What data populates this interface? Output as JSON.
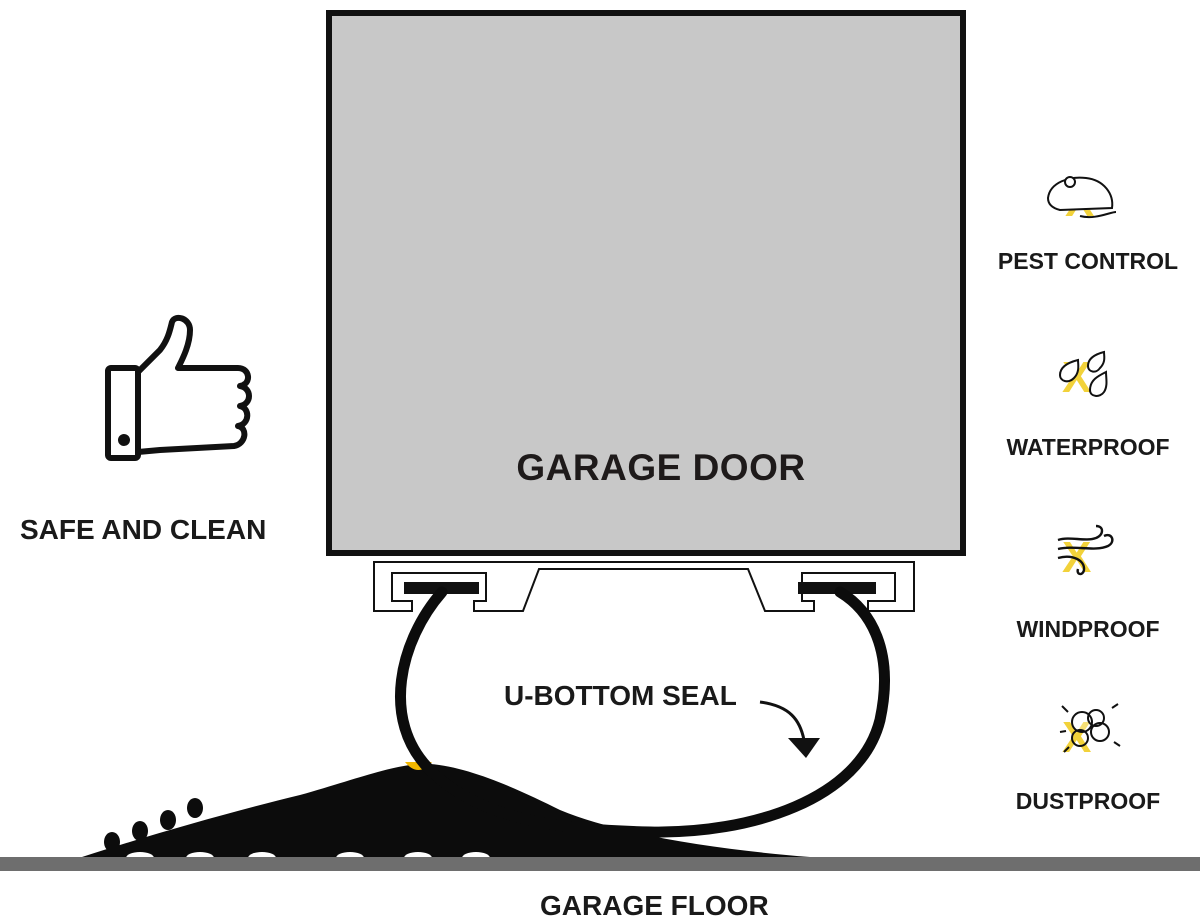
{
  "diagram": {
    "door_label": "GARAGE DOOR",
    "floor_label": "GARAGE FLOOR",
    "seal_label": "U-BOTTOM SEAL",
    "left_badge": {
      "icon": "thumbs-up-icon",
      "label": "SAFE AND CLEAN"
    },
    "features": [
      {
        "icon": "mouse-icon",
        "label": "PEST CONTROL"
      },
      {
        "icon": "water-drops-icon",
        "label": "WATERPROOF"
      },
      {
        "icon": "wind-icon",
        "label": "WINDPROOF"
      },
      {
        "icon": "dust-icon",
        "label": "DUSTPROOF"
      }
    ],
    "colors": {
      "door_fill": "#c8c8c8",
      "outline": "#111111",
      "accent_yellow": "#f2c81a",
      "floor": "#6e6e6e"
    }
  }
}
